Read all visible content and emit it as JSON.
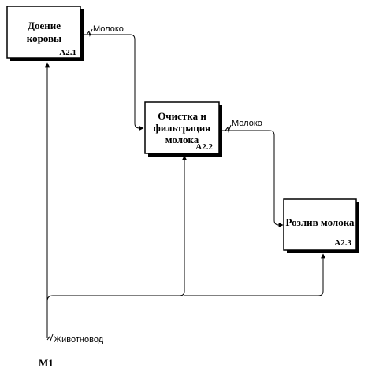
{
  "colors": {
    "line": "#000000",
    "box_fill": "#ffffff",
    "shadow": "#000000"
  },
  "boxes": [
    {
      "title_lines": [
        "Доение",
        "коровы"
      ],
      "id": "A2.1"
    },
    {
      "title_lines": [
        "Очистка и",
        "фильтрация",
        "молока"
      ],
      "id": "A2.2"
    },
    {
      "title_lines": [
        "Розлив молока"
      ],
      "id": "A2.3"
    }
  ],
  "arrows": {
    "output_1_label": "Молоко",
    "output_2_label": "Молоко",
    "mechanism_label": "Животновод",
    "mechanism_id": "M1"
  }
}
